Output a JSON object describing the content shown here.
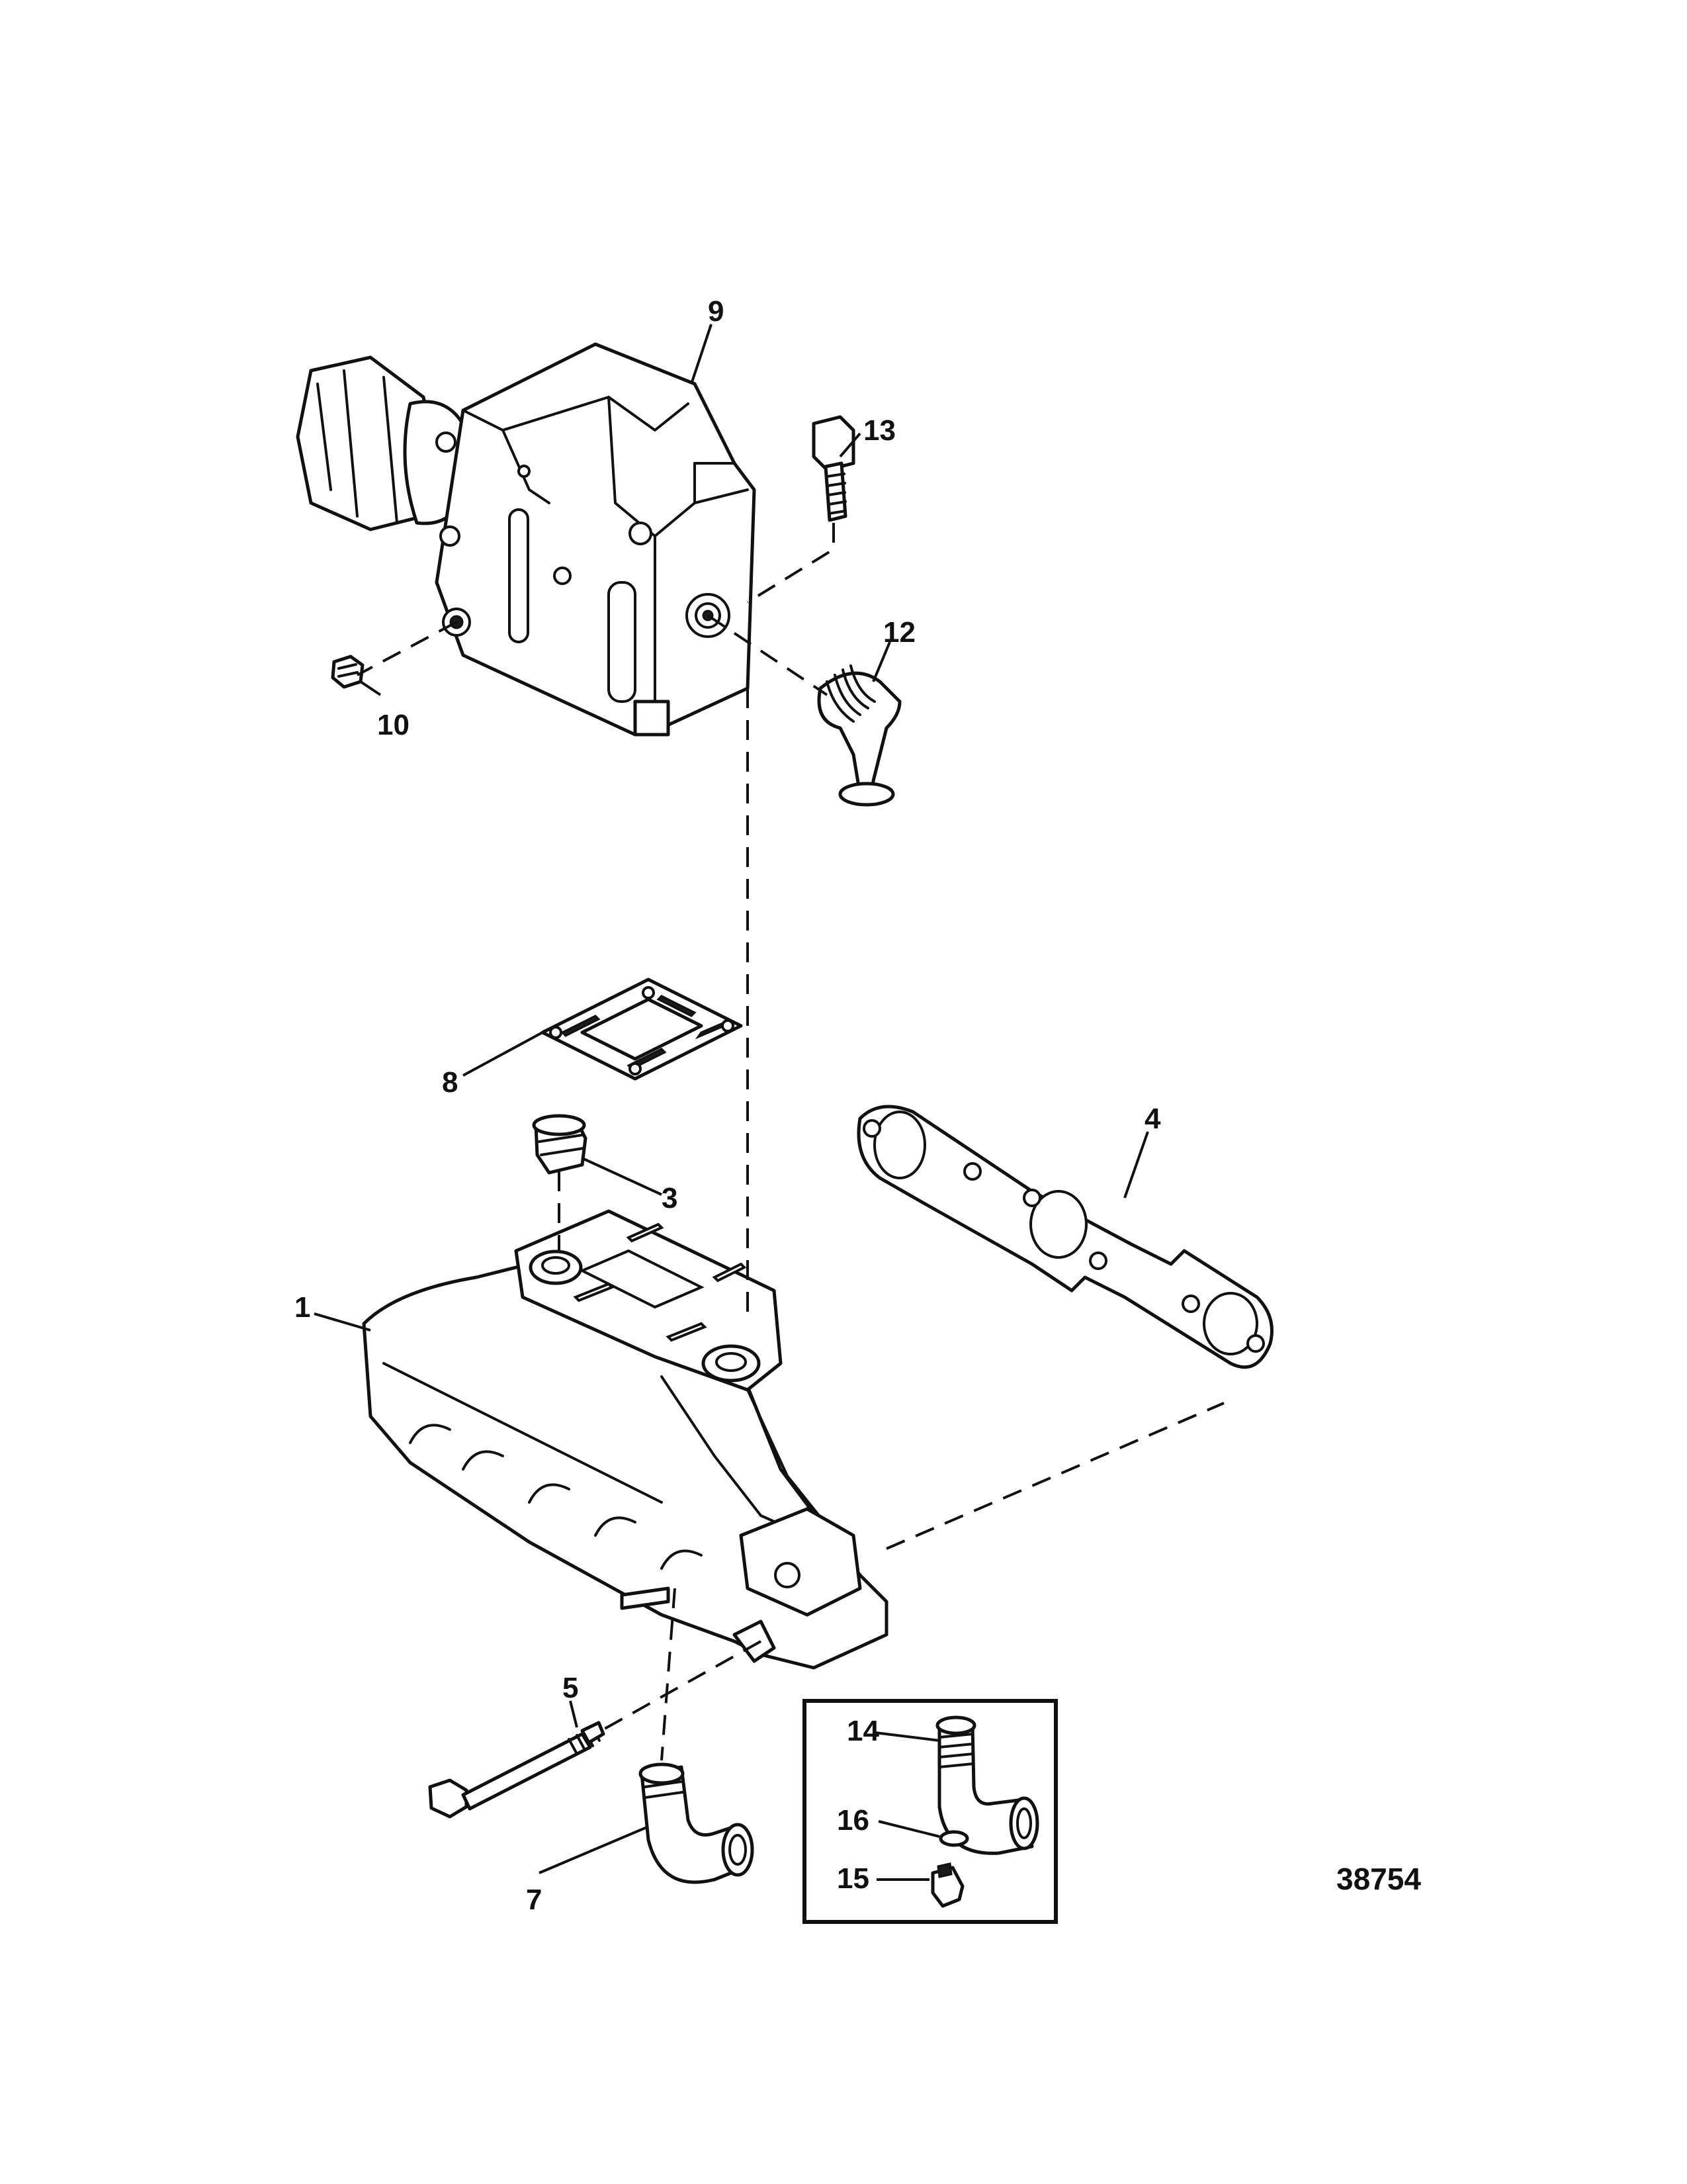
{
  "diagram": {
    "figure_number": "38754",
    "callouts": {
      "c1": "1",
      "c3": "3",
      "c4": "4",
      "c5": "5",
      "c7": "7",
      "c8": "8",
      "c9": "9",
      "c10": "10",
      "c12": "12",
      "c13": "13",
      "c14": "14",
      "c15": "15",
      "c16": "16"
    }
  }
}
